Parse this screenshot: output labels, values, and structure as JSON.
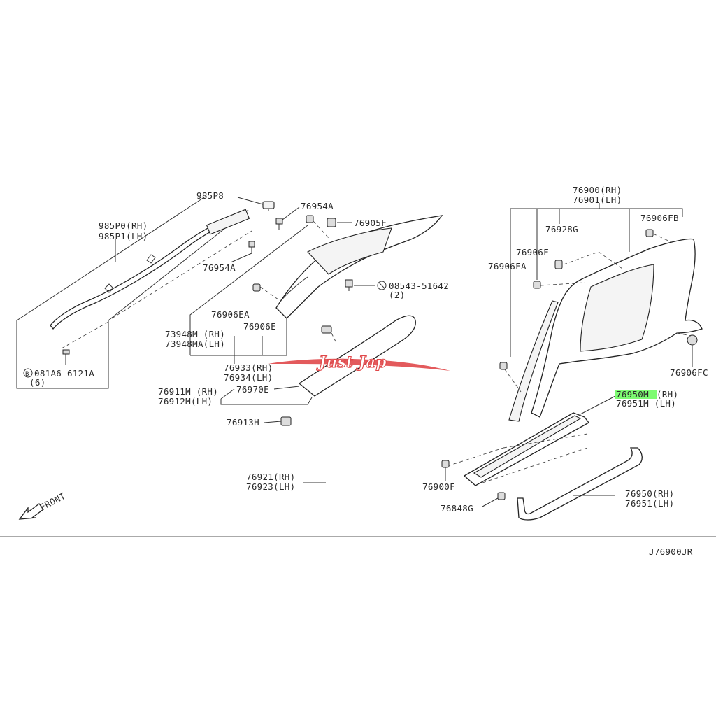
{
  "watermark": "Just Jap",
  "colors": {
    "highlight": "#7dfc72",
    "watermark": "#e0484a",
    "line": "#333333"
  },
  "diagram_code": "J76900JR",
  "front_label": "FRONT",
  "labels": {
    "p985P8": "985P8",
    "p985P0": "985P0(RH)",
    "p985P1": "985P1(LH)",
    "p76954A_top": "76954A",
    "p76954A_low": "76954A",
    "p76905F": "76905F",
    "p08543": "08543-51642",
    "p08543_qty": "(2)",
    "p76906EA": "76906EA",
    "p76906E": "76906E",
    "p73948M": "73948M (RH)",
    "p73948MA": "73948MA(LH)",
    "p76933": "76933(RH)",
    "p76934": "76934(LH)",
    "p76911M": "76911M (RH)",
    "p76912M": "76912M(LH)",
    "p76970E": "76970E",
    "p76913H": "76913H",
    "p081A6": "081A6-6121A",
    "p081A6_qty": "(6)",
    "p76921": "76921(RH)",
    "p76923": "76923(LH)",
    "p76900": "76900(RH)",
    "p76901": "76901(LH)",
    "p76928G": "76928G",
    "p76906FB": "76906FB",
    "p76906F": "76906F",
    "p76906FA": "76906FA",
    "p76906FC": "76906FC",
    "p76950M_part": "76950M",
    "p76950M_side": "(RH)",
    "p76951M": "76951M (LH)",
    "p76900F": "76900F",
    "p76848G": "76848G",
    "p76950": "76950(RH)",
    "p76951": "76951(LH)"
  }
}
